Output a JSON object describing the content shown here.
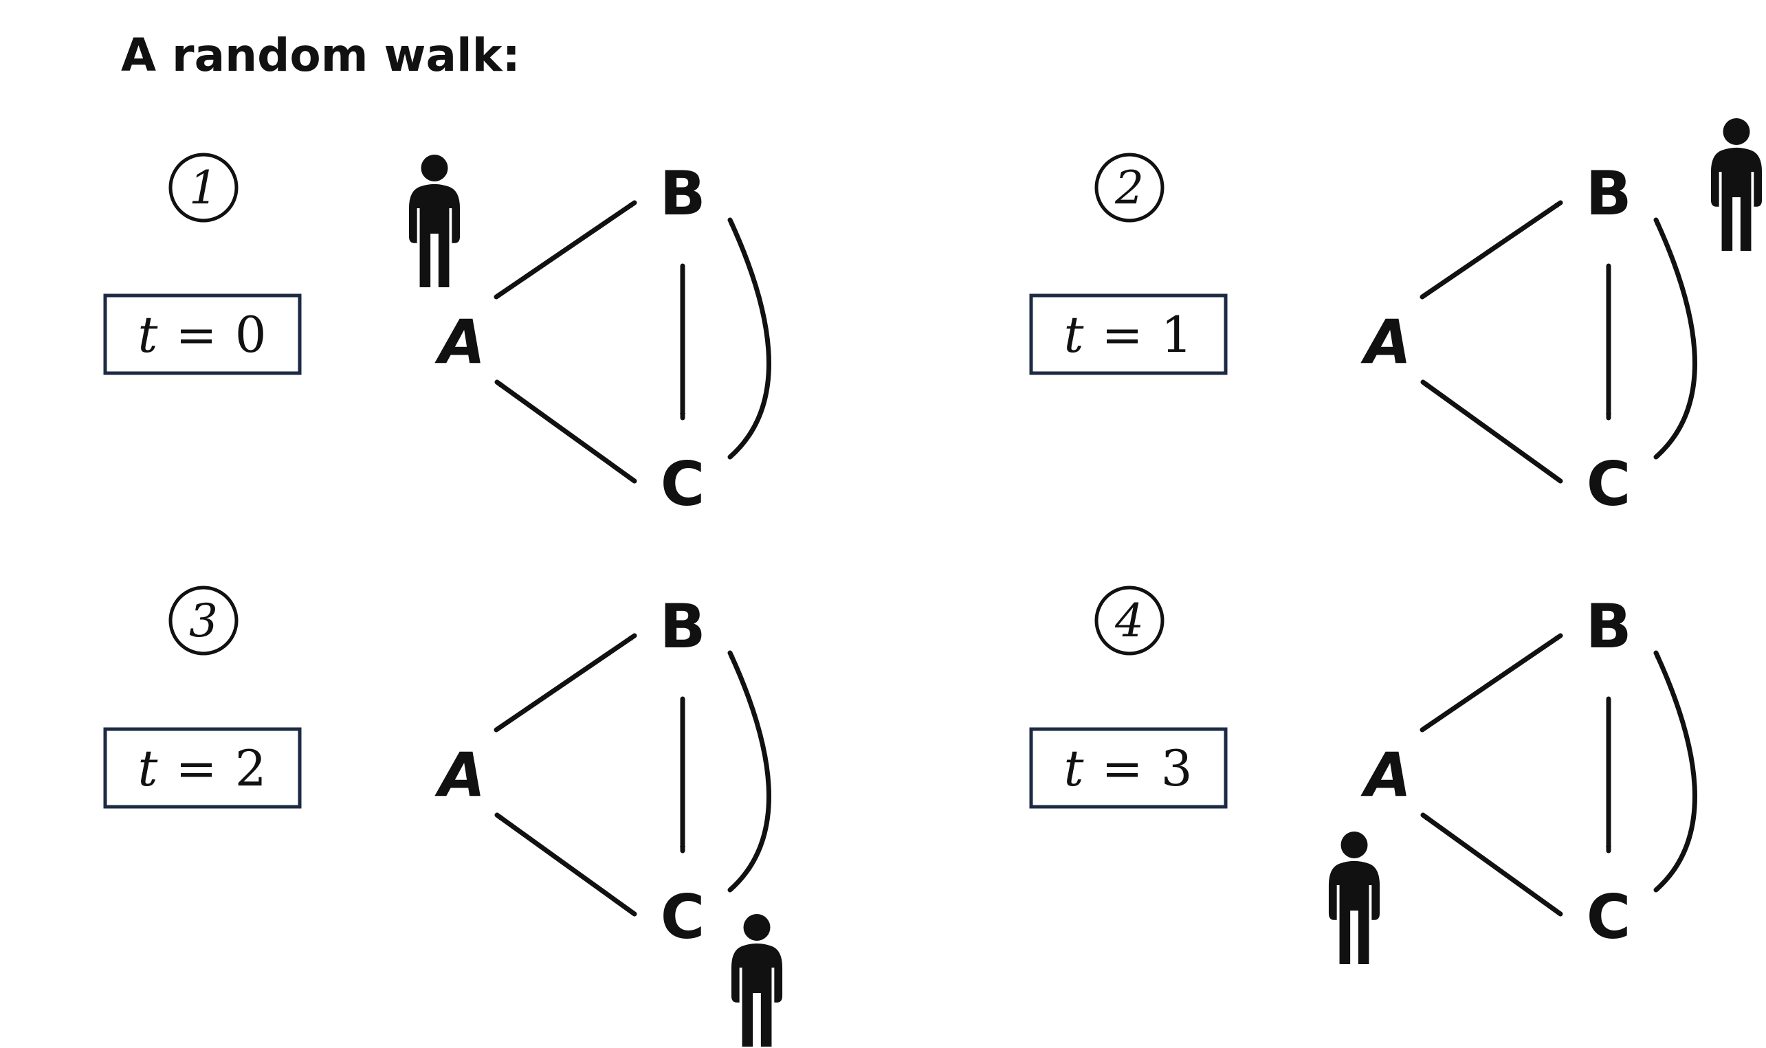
{
  "title": "A random walk:",
  "colors": {
    "ink": "#111111",
    "box_border": "#1d2a44"
  },
  "panels": [
    {
      "step": "1",
      "time_var": "t",
      "time_eq": "=",
      "time_val": "0",
      "nodes": {
        "a": "A",
        "b": "B",
        "c": "C"
      },
      "walker_at": "A"
    },
    {
      "step": "2",
      "time_var": "t",
      "time_eq": "=",
      "time_val": "1",
      "nodes": {
        "a": "A",
        "b": "B",
        "c": "C"
      },
      "walker_at": "B"
    },
    {
      "step": "3",
      "time_var": "t",
      "time_eq": "=",
      "time_val": "2",
      "nodes": {
        "a": "A",
        "b": "B",
        "c": "C"
      },
      "walker_at": "C"
    },
    {
      "step": "4",
      "time_var": "t",
      "time_eq": "=",
      "time_val": "3",
      "nodes": {
        "a": "A",
        "b": "B",
        "c": "C"
      },
      "walker_at": "A"
    }
  ],
  "edges": [
    {
      "from": "A",
      "to": "B"
    },
    {
      "from": "B",
      "to": "C"
    },
    {
      "from": "C",
      "to": "A"
    },
    {
      "from": "C",
      "to": "B"
    }
  ]
}
